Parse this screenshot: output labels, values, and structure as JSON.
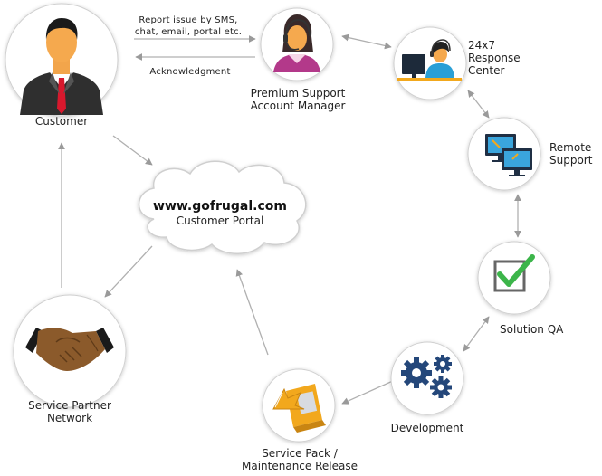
{
  "nodes": {
    "customer": "Customer",
    "account_manager": [
      "Premium Support",
      "Account Manager"
    ],
    "response_center": [
      "24x7",
      "Response",
      "Center"
    ],
    "remote_support": [
      "Remote",
      "Support"
    ],
    "solution_qa": "Solution QA",
    "development": "Development",
    "service_pack": [
      "Service Pack /",
      "Maintenance Release"
    ],
    "service_partner": [
      "Service Partner",
      "Network"
    ]
  },
  "portal": {
    "url": "www.gofrugal.com",
    "label": "Customer Portal"
  },
  "flows": {
    "report_issue": [
      "Report issue by SMS,",
      "chat, email, portal etc."
    ],
    "acknowledgment": "Acknowledgment"
  },
  "icons": {
    "customer": "businessman-icon",
    "account_manager": "support-agent-icon",
    "response_center": "call-center-icon",
    "remote_support": "remote-monitors-icon",
    "solution_qa": "checkmark-icon",
    "development": "gears-icon",
    "service_pack": "package-icon",
    "service_partner": "handshake-icon"
  },
  "colors": {
    "node_fill": "#ffffff",
    "node_stroke": "#cfcfcf",
    "arrow": "#b0b0b0",
    "suit": "#2f2f2f",
    "tie": "#d9182d",
    "agent": "#b3398a",
    "check": "#3cb54a",
    "gears": "#24477a",
    "package": "#f2a81d",
    "handshake": "#8b5a2b"
  }
}
